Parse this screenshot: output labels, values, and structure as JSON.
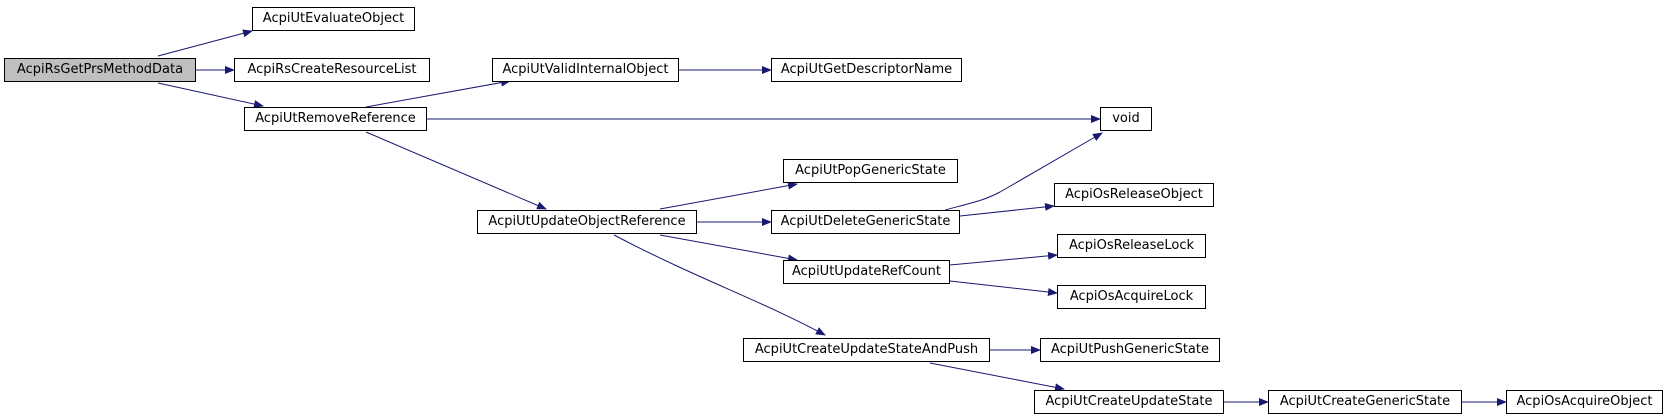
{
  "colors": {
    "edge": "#191970",
    "root_fill": "#bfbfbf",
    "node_fill": "#ffffff",
    "border": "#000000"
  },
  "nodes": {
    "root": "AcpiRsGetPrsMethodData",
    "evaluate_object": "AcpiUtEvaluateObject",
    "create_resource_list": "AcpiRsCreateResourceList",
    "remove_reference": "AcpiUtRemoveReference",
    "valid_internal_object": "AcpiUtValidInternalObject",
    "get_descriptor_name": "AcpiUtGetDescriptorName",
    "void": "void",
    "update_object_reference": "AcpiUtUpdateObjectReference",
    "pop_generic_state": "AcpiUtPopGenericState",
    "delete_generic_state": "AcpiUtDeleteGenericState",
    "os_release_object": "AcpiOsReleaseObject",
    "update_ref_count": "AcpiUtUpdateRefCount",
    "os_release_lock": "AcpiOsReleaseLock",
    "os_acquire_lock": "AcpiOsAcquireLock",
    "create_update_state_and_push": "AcpiUtCreateUpdateStateAndPush",
    "push_generic_state": "AcpiUtPushGenericState",
    "create_update_state": "AcpiUtCreateUpdateState",
    "create_generic_state": "AcpiUtCreateGenericState",
    "os_acquire_object": "AcpiOsAcquireObject"
  }
}
